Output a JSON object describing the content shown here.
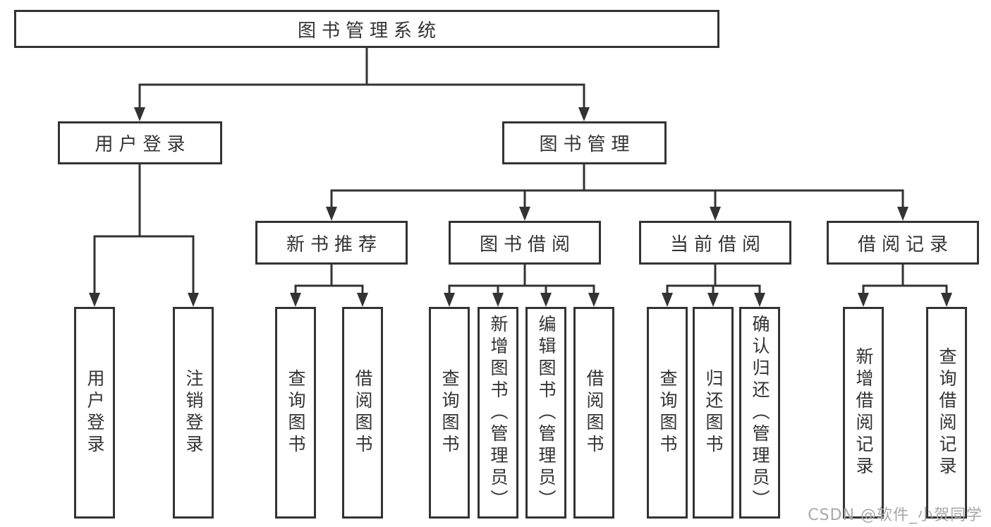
{
  "diagram": {
    "root": {
      "label": "图书管理系统"
    },
    "branches": [
      {
        "label": "用户登录",
        "children": [
          {
            "label": "用户登录"
          },
          {
            "label": "注销登录"
          }
        ]
      },
      {
        "label": "图书管理",
        "children": [
          {
            "label": "新书推荐",
            "children": [
              {
                "label": "查询图书"
              },
              {
                "label": "借阅图书"
              }
            ]
          },
          {
            "label": "图书借阅",
            "children": [
              {
                "label": "查询图书"
              },
              {
                "label": "新增图书（管理员）"
              },
              {
                "label": "编辑图书（管理员）"
              },
              {
                "label": "借阅图书"
              }
            ]
          },
          {
            "label": "当前借阅",
            "children": [
              {
                "label": "查询图书"
              },
              {
                "label": "归还图书"
              },
              {
                "label": "确认归还（管理员）"
              }
            ]
          },
          {
            "label": "借阅记录",
            "children": [
              {
                "label": "新增借阅记录"
              },
              {
                "label": "查询借阅记录"
              }
            ]
          }
        ]
      }
    ]
  },
  "watermark": {
    "text": "CSDN @软件_小贺同学"
  },
  "colors": {
    "line": "#333333",
    "text": "#333333",
    "watermark": "#a8a8a8",
    "background": "#ffffff"
  }
}
